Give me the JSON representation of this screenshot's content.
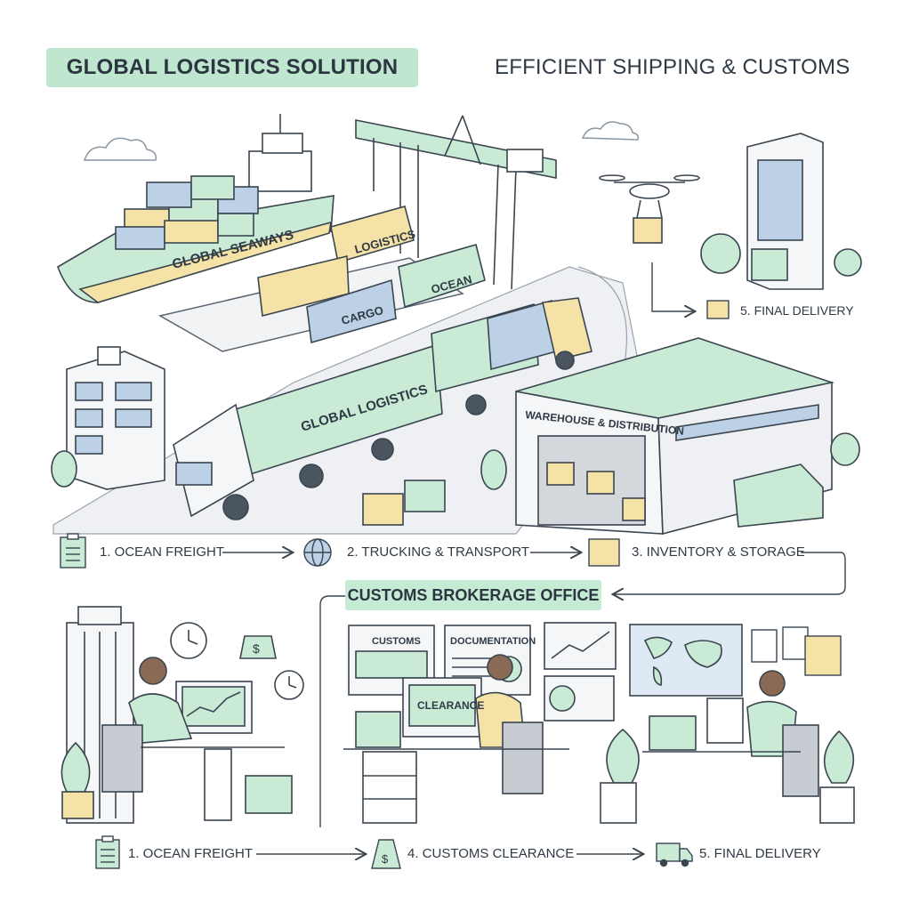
{
  "header": {
    "title": "GLOBAL LOGISTICS SOLUTION",
    "subtitle": "EFFICIENT SHIPPING & CUSTOMS"
  },
  "scene": {
    "ship_name": "GLOBAL SEAWAYS",
    "container_logistics": "LOGISTICS",
    "container_ocean": "OCEAN",
    "container_cargo": "CARGO",
    "truck_trailer": "GLOBAL LOGISTICS",
    "warehouse_sign": "WAREHOUSE & DISTRIBUTION",
    "final_delivery": "5. FINAL DELIVERY"
  },
  "process_top": [
    {
      "icon": "clipboard-icon",
      "label": "1. OCEAN FREIGHT"
    },
    {
      "icon": "globe-icon",
      "label": "2. TRUCKING & TRANSPORT"
    },
    {
      "icon": "box-icon",
      "label": "3. INVENTORY & STORAGE"
    }
  ],
  "office": {
    "title": "CUSTOMS BROKERAGE OFFICE",
    "board_customs": "CUSTOMS",
    "board_documentation": "DOCUMENTATION",
    "monitor_clearance": "CLEARANCE"
  },
  "process_bottom": [
    {
      "icon": "clipboard-icon",
      "label": "1. OCEAN FREIGHT"
    },
    {
      "icon": "money-bag-icon",
      "label": "4. CUSTOMS CLEARANCE"
    },
    {
      "icon": "truck-icon",
      "label": "5. FINAL DELIVERY"
    }
  ],
  "colors": {
    "accent_green": "#bfe6cf",
    "stroke": "#3a4550",
    "container_yellow": "#f5e2a6",
    "container_blue": "#bcd0e6"
  }
}
